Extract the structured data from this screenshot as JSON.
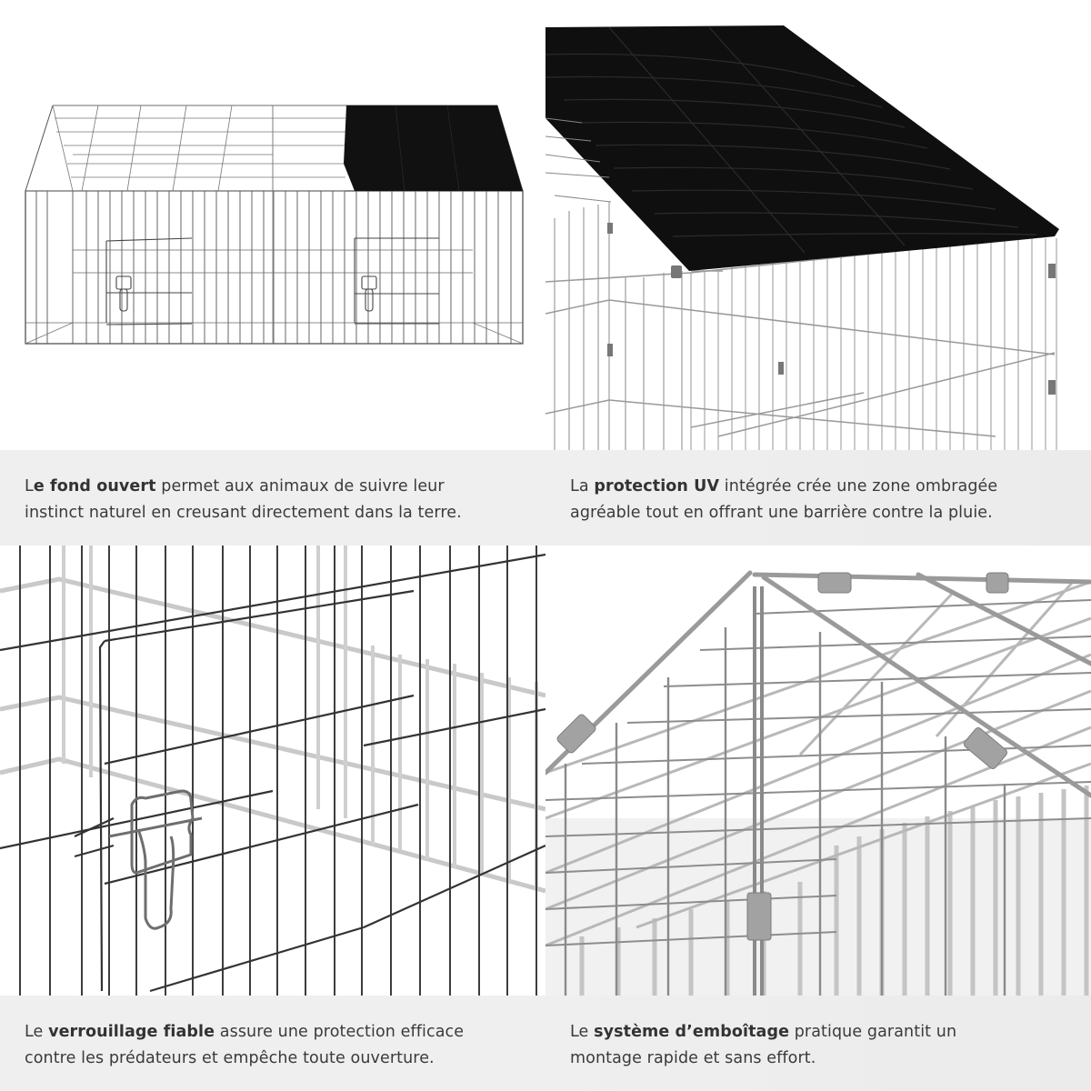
{
  "panels": [
    {
      "id": "open-bottom",
      "image": "cage-overview-with-partial-black-roof",
      "caption": {
        "prefix": "L",
        "bold": "e fond ouvert",
        "rest": " permet aux animaux de suivre leur",
        "line2": "instinct naturel en creusant directement dans la terre."
      }
    },
    {
      "id": "uv-protection",
      "image": "black-uv-roof-cover-closeup",
      "caption": {
        "prefix": "La ",
        "bold": "protection UV",
        "rest": " intégrée crée une zone ombragée",
        "line2": "agréable tout en offrant une barrière contre la pluie."
      }
    },
    {
      "id": "reliable-lock",
      "image": "door-latch-closeup",
      "caption": {
        "prefix": "Le ",
        "bold": "verrouillage fiable",
        "rest": " assure une protection efficace",
        "line2": "contre les prédateurs et empêche toute ouverture."
      }
    },
    {
      "id": "click-system",
      "image": "roof-peak-connector-closeup",
      "caption": {
        "prefix": "Le ",
        "bold": "système d’emboîtage",
        "rest": " pratique garantit un",
        "line2": "montage rapide et sans effort."
      }
    }
  ],
  "colors": {
    "caption_bg": "#efefef",
    "caption_text": "#3a3a3a",
    "roof_cover": "#111111",
    "wire": "#8a8a8a",
    "connector": "#9a9a9a"
  }
}
